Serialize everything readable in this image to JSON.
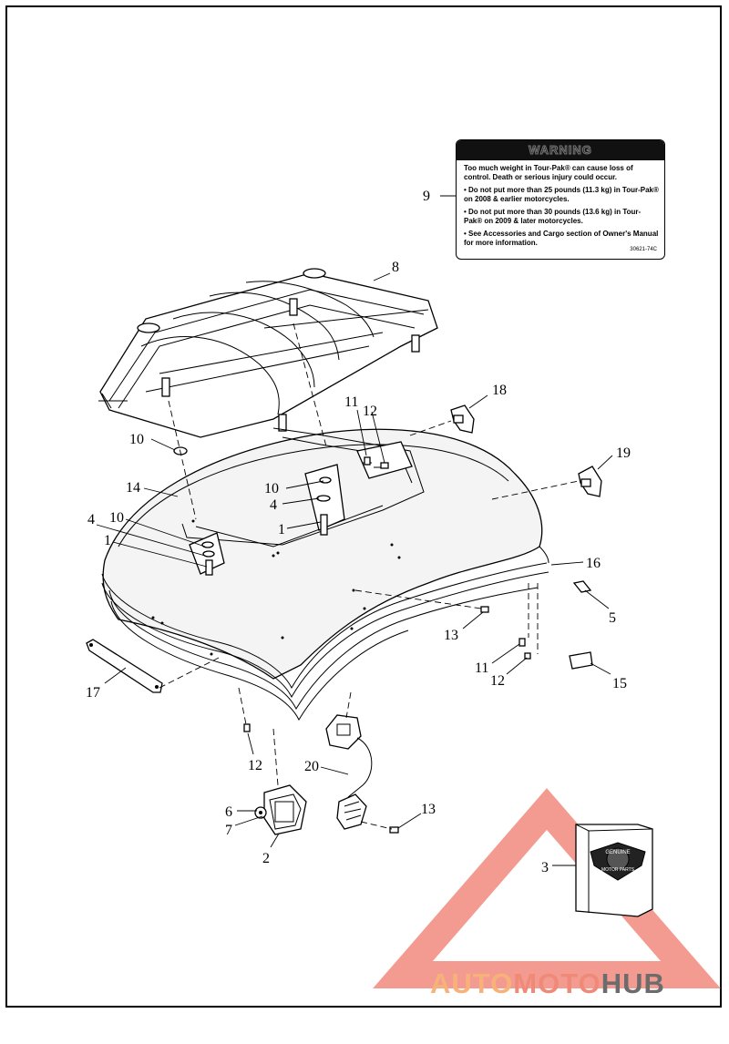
{
  "warning_label": {
    "header": "WARNING",
    "paragraphs": [
      "Too much weight in Tour-Pak® can cause loss of control. Death or serious injury could occur.",
      "• Do not put more than 25 pounds (11.3 kg) in Tour-Pak® on 2008 & earlier motorcycles.",
      "• Do not put more than 30 pounds (13.6 kg) in Tour-Pak® on 2009 & later motorcycles.",
      "• See Accessories and Cargo section of Owner's Manual for more information."
    ],
    "code": "30621-74C"
  },
  "callouts": {
    "c9": "9",
    "c8": "8",
    "c18": "18",
    "c11a": "11",
    "c12a": "12",
    "c19": "19",
    "c10a": "10",
    "c10b": "10",
    "c4a": "4",
    "c1a": "1",
    "c14": "14",
    "c4b": "4",
    "c10c": "10",
    "c1b": "1",
    "c16": "16",
    "c5": "5",
    "c13a": "13",
    "c11b": "11",
    "c12b": "12",
    "c15": "15",
    "c17": "17",
    "c12c": "12",
    "c20": "20",
    "c6": "6",
    "c7": "7",
    "c13b": "13",
    "c2": "2",
    "c3": "3"
  },
  "box_badge": {
    "top": "GENUINE",
    "bottom": "MOTOR PARTS"
  },
  "watermark": {
    "auto": "AUTO",
    "moto": "MOTO",
    "hub": "HUB",
    "color_triangle": "#f28a7e",
    "color_auto": "#f7b27a",
    "color_hub": "#6c6c6c"
  }
}
